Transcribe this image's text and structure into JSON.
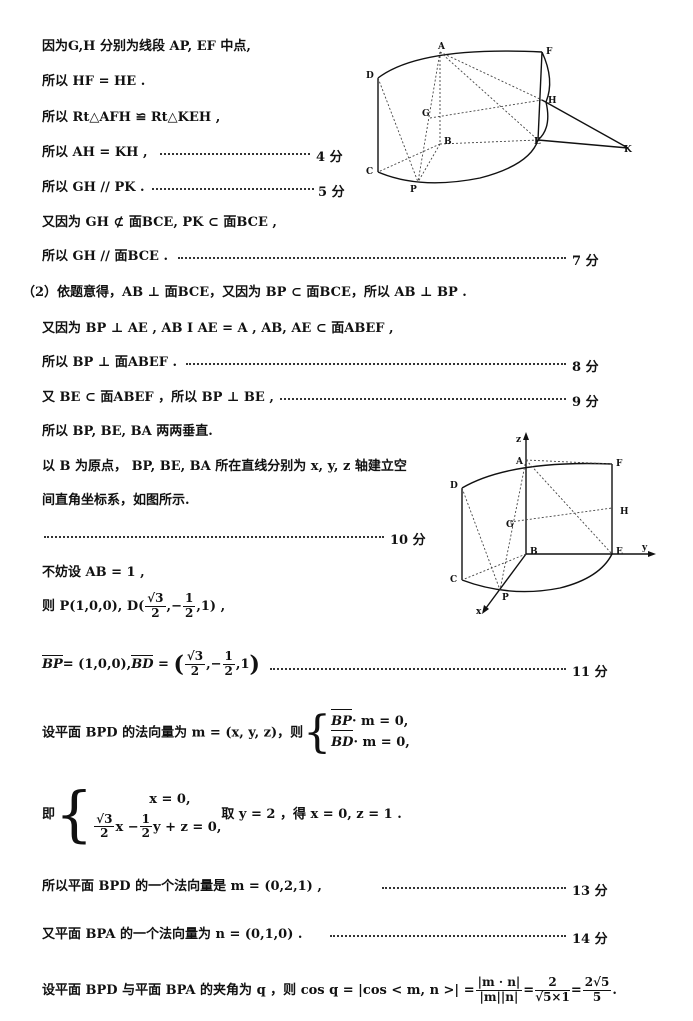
{
  "lines": {
    "l1": "因为G,H 分别为线段 AP, EF 中点,",
    "l2": "所以 HF = HE .",
    "l3": "所以 Rt△AFH ≌ Rt△KEH ,",
    "l4": "所以 AH = KH ,",
    "l5": "所以 GH // PK .",
    "l6": "又因为 GH ⊄ 面BCE, PK ⊂ 面BCE ,",
    "l7": "所以 GH // 面BCE .",
    "l8": "（2）依题意得，AB ⊥ 面BCE，又因为 BP ⊂ 面BCE，所以 AB ⊥ BP .",
    "l9": "又因为 BP ⊥ AE , AB I AE = A , AB, AE ⊂ 面ABEF ,",
    "l10": "所以 BP ⊥ 面ABEF .",
    "l11": "又 BE ⊂ 面ABEF ，所以 BP ⊥ BE ,",
    "l12": "所以 BP, BE, BA 两两垂直.",
    "l13": "以 B 为原点， BP, BE, BA 所在直线分别为 x, y, z 轴建立空",
    "l14": "间直角坐标系，如图所示.",
    "l16": "不妨设 AB = 1 ,",
    "l17_pre": "则 P(1,0,0), D(",
    "l17_post": ",1) ,",
    "l18_bp": "= (1,0,0),",
    "l19_pre": "设平面 BPD 的法向量为 m = (x, y, z)，则",
    "l19_eq1": "· m = 0,",
    "l19_eq2": "· m = 0,",
    "l20_pre": "即",
    "l20_eq1": "x = 0,",
    "l20_eq2_mid": "x −",
    "l20_eq2_end": "y + z = 0,",
    "l20_post": "取 y = 2 ，得 x = 0, z = 1 .",
    "l21": "所以平面 BPD 的一个法向量是 m = (0,2,1) ,",
    "l22": "又平面 BPA 的一个法向量为 n = (0,1,0) .",
    "l23_pre": "设平面 BPD 与平面 BPA 的夹角为 q ，则 cos q = |cos < m, n >| =",
    "l23_end": "."
  },
  "math": {
    "sqrt3": "√3",
    "two": "2",
    "one": "1",
    "neg": "−",
    "comma": ",",
    "lpar": "(",
    "rpar": ")",
    "vec_bp": "BP",
    "vec_bd": "BD",
    "frac1_num": "|m · n|",
    "frac1_den": "|m||n|",
    "eq": "=",
    "frac2_num": "2",
    "frac2_den": "√5×1",
    "frac3_num": "2√5",
    "frac3_den": "5"
  },
  "scores": {
    "s4": "4 分",
    "s5": "5 分",
    "s7": "7 分",
    "s8": "8 分",
    "s9": "9 分",
    "s10": "10 分",
    "s11": "11 分",
    "s13": "13 分",
    "s14": "14 分"
  },
  "fig1": {
    "A": "A",
    "F": "F",
    "D": "D",
    "H": "H",
    "G": "G",
    "B": "B",
    "E": "E",
    "K": "K",
    "C": "C",
    "P": "P"
  },
  "fig2": {
    "z": "z",
    "A": "A",
    "F": "F",
    "D": "D",
    "H": "H",
    "G": "G",
    "B": "B",
    "E": "E",
    "y": "y",
    "C": "C",
    "P": "P",
    "x": "x"
  }
}
